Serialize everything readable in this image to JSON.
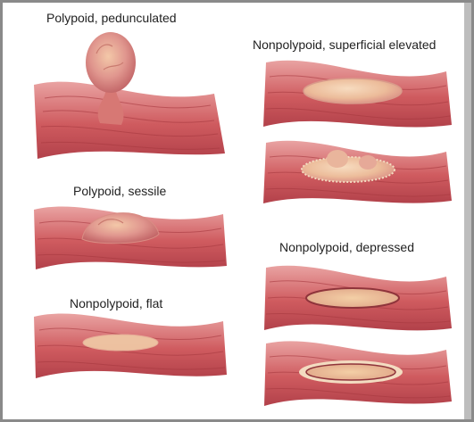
{
  "labels": {
    "polypoid_pedunculated": "Polypoid, pedunculated",
    "nonpolypoid_superficial_elevated": "Nonpolypoid, superficial elevated",
    "polypoid_sessile": "Polypoid, sessile",
    "nonpolypoid_depressed": "Nonpolypoid, depressed",
    "nonpolypoid_flat": "Nonpolypoid, flat"
  },
  "colors": {
    "mucosa": "#c9555a",
    "mucosa_light": "#e89a9a",
    "mucosa_dark": "#a33a42",
    "lesion": "#f0c8a0",
    "lesion_pink": "#e7a9a3",
    "lesion_rim": "#f7e1c6"
  }
}
